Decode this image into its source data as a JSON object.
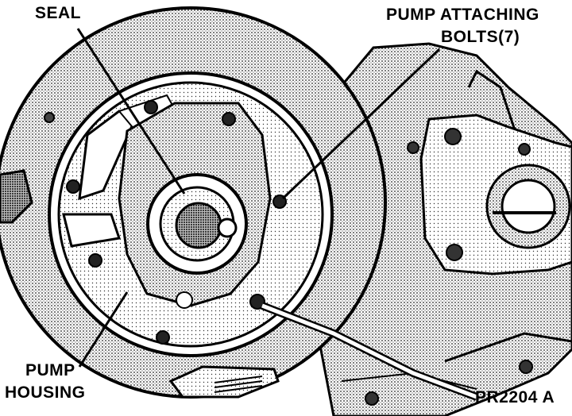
{
  "labels": {
    "seal": "SEAL",
    "pump_attaching_bolts_line1": "PUMP ATTACHING",
    "pump_attaching_bolts_line2": "BOLTS(7)",
    "pump_housing_line1": "PUMP",
    "pump_housing_line2": "HOUSING",
    "figure_code": "PR2204 A"
  },
  "colors": {
    "ink": "#000000",
    "paper": "#ffffff",
    "halftone": "#9a9a9a"
  }
}
